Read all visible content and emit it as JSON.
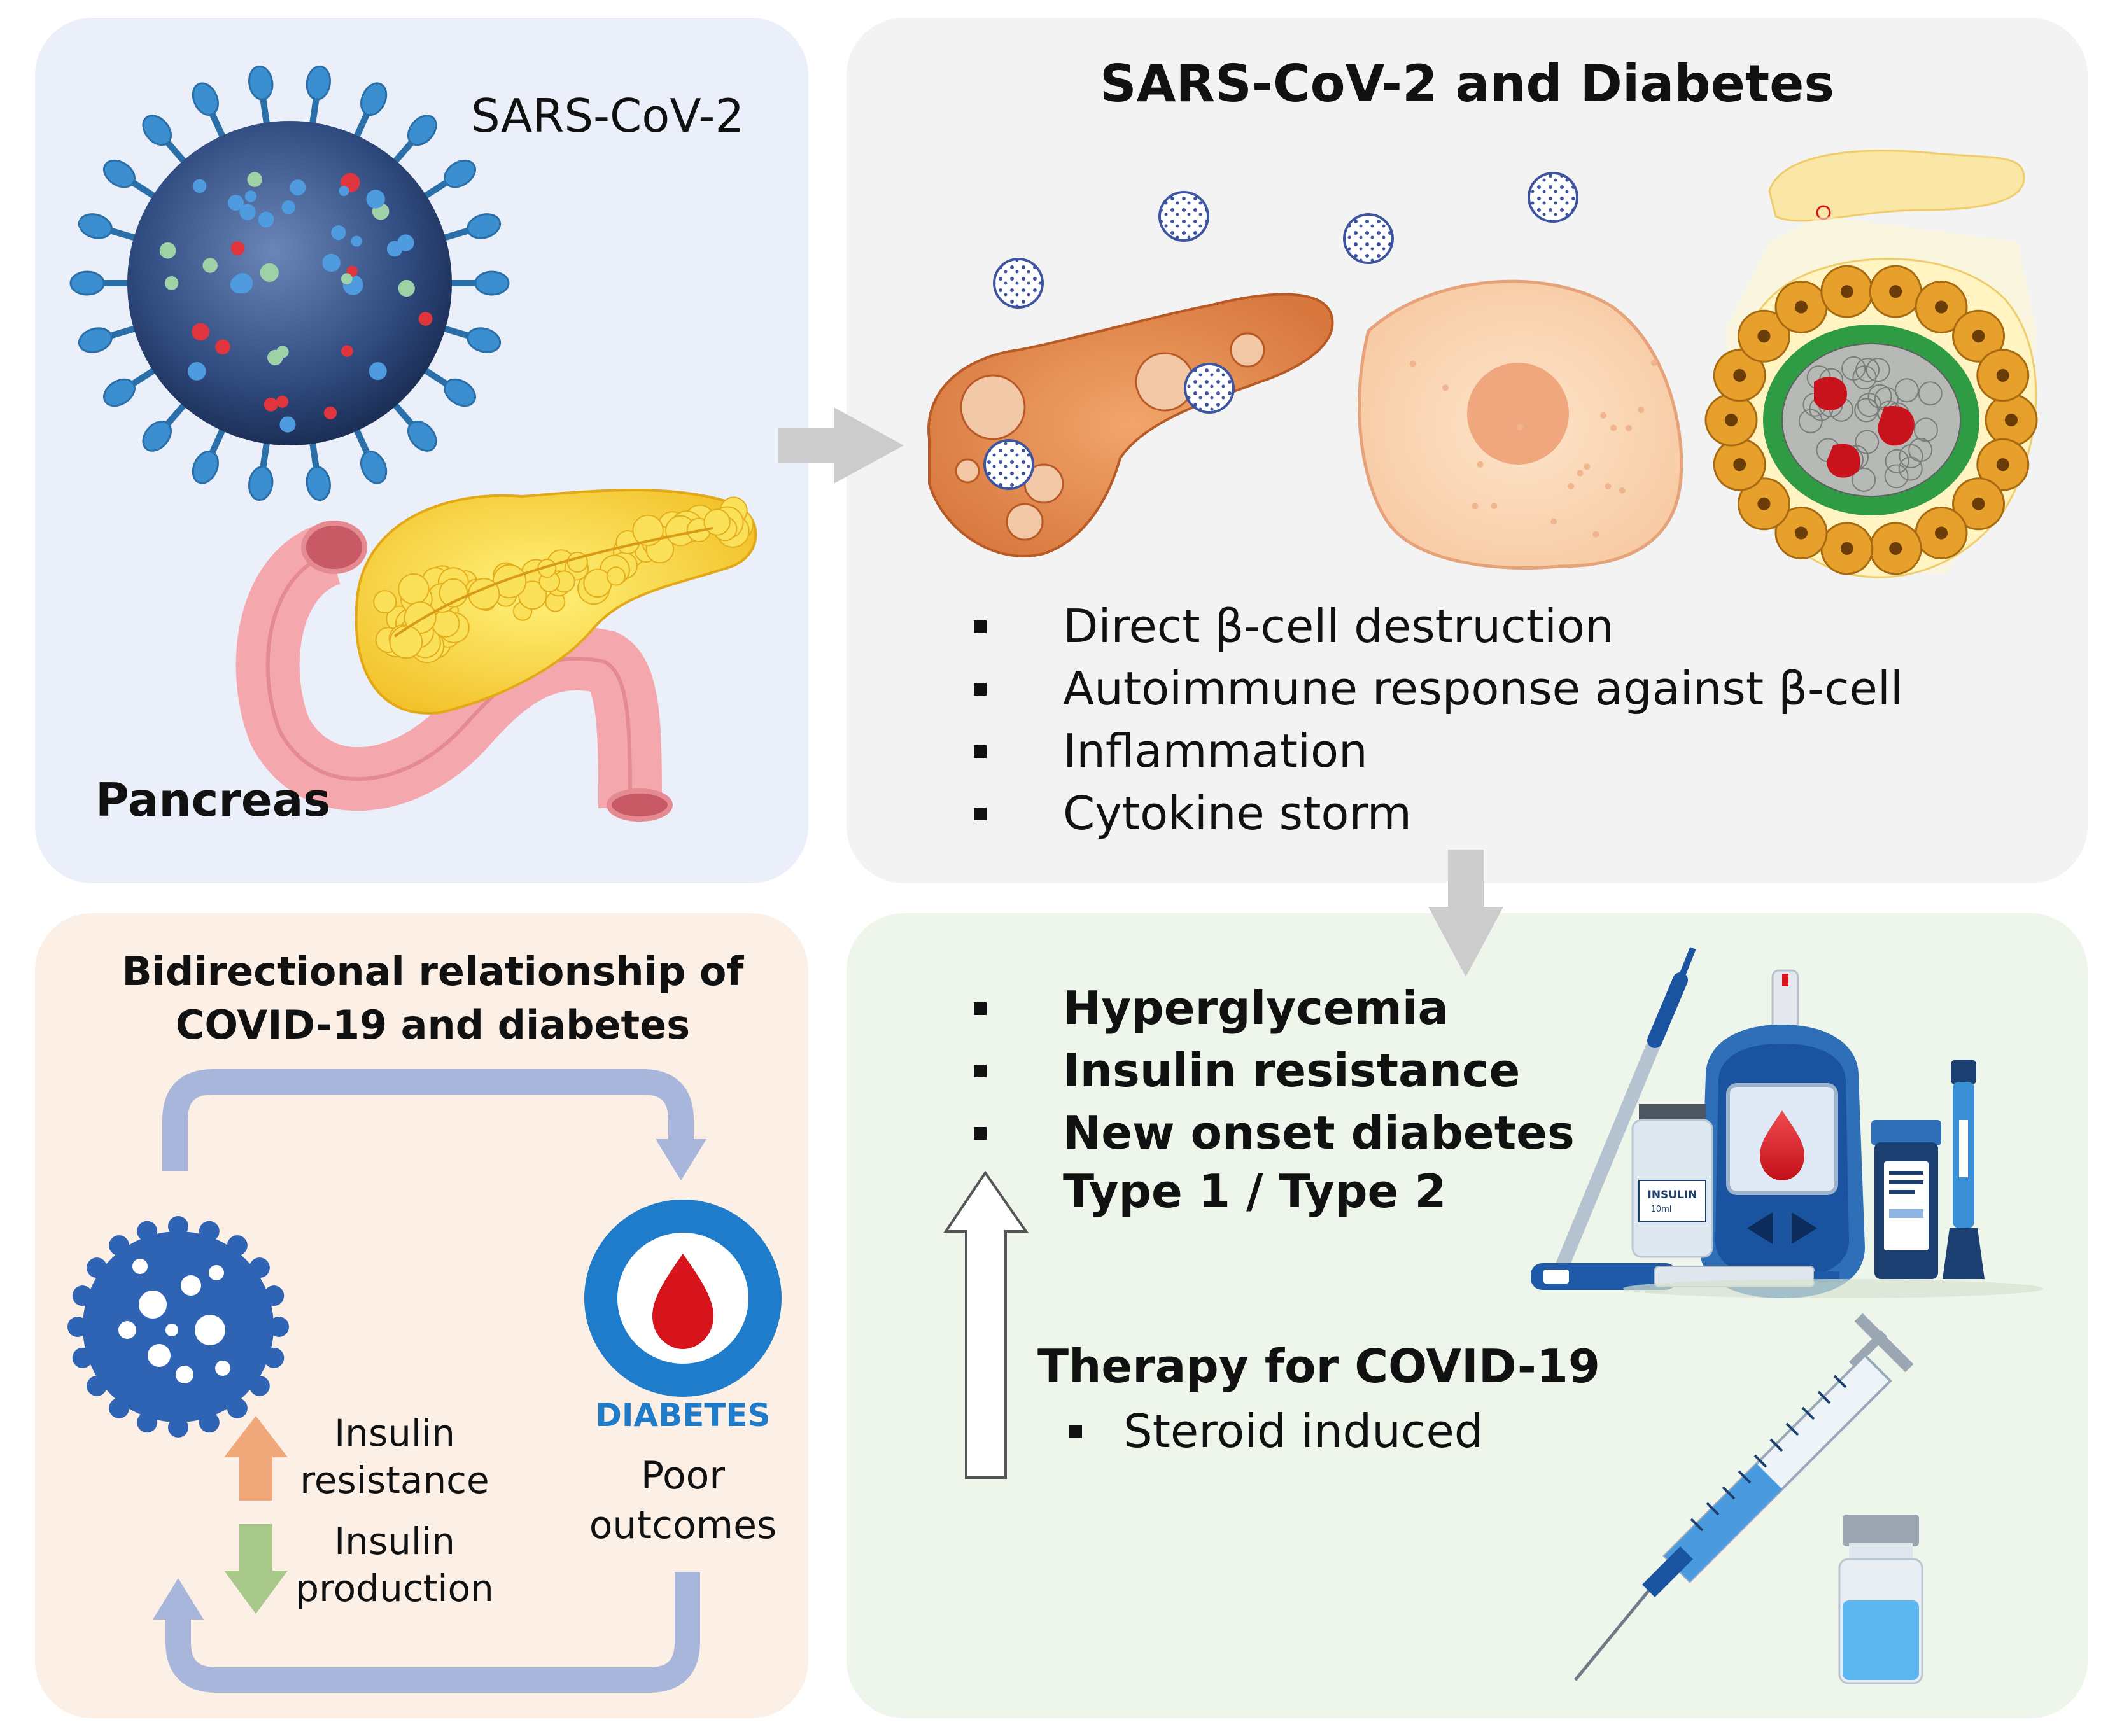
{
  "panels": {
    "top_left": {
      "virus_label": "SARS-CoV-2",
      "pancreas_label": "Pancreas"
    },
    "top_right": {
      "title": "SARS-CoV-2 and Diabetes",
      "bullets": [
        "Direct β-cell destruction",
        "Autoimmune response against β-cell",
        "Inflammation",
        "Cytokine storm"
      ]
    },
    "bottom_left": {
      "title_line1": "Bidirectional relationship of",
      "title_line2": "COVID-19 and diabetes",
      "diabetes_label": "DIABETES",
      "poor_outcomes_line1": "Poor",
      "poor_outcomes_line2": "outcomes",
      "insulin_resistance_line1": "Insulin",
      "insulin_resistance_line2": "resistance",
      "insulin_production_line1": "Insulin",
      "insulin_production_line2": "production"
    },
    "bottom_right": {
      "outcomes": [
        "Hyperglycemia",
        "Insulin resistance",
        "New onset diabetes"
      ],
      "type_line": "Type 1 / Type 2",
      "therapy_title": "Therapy for COVID-19",
      "therapy_bullet": "Steroid induced",
      "vial_label": "INSULIN",
      "vial_volume": "10ml"
    }
  },
  "colors": {
    "panel_top_left": "#eaeff9",
    "panel_top_right": "#f3f3f3",
    "panel_bottom_left": "#fcefe6",
    "panel_bottom_right": "#eef5ea",
    "flow_arrow": "#a8b6dc",
    "diabetes_blue": "#1976c2",
    "blood_red": "#d7141b",
    "up_arrow_orange": "#f0a87a",
    "down_arrow_green": "#a8c98a",
    "gray_arrow": "#cccccc"
  }
}
